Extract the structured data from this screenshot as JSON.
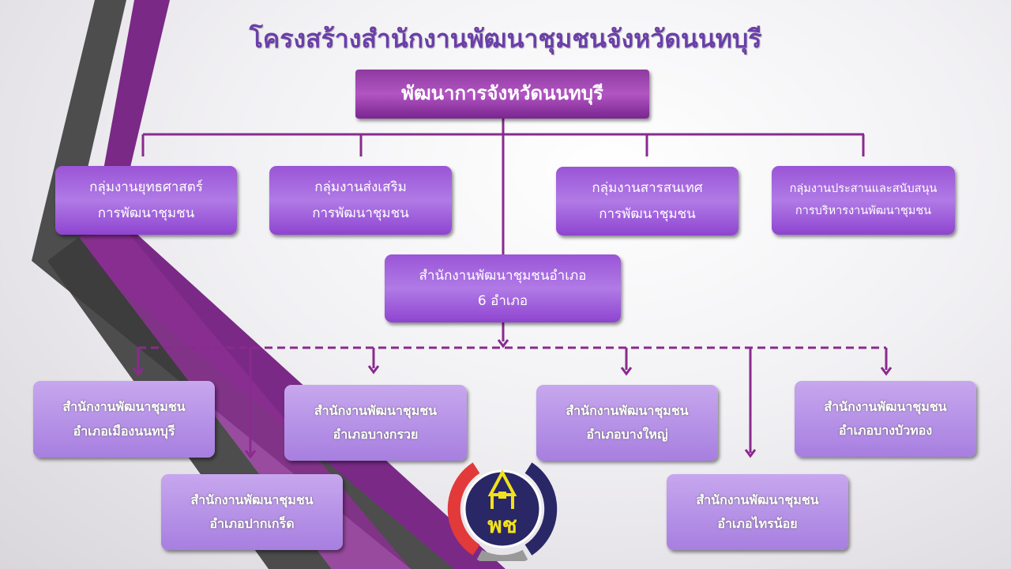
{
  "title": "โครงสร้างสำนักงานพัฒนาชุมชนจังหวัดนนทบุรี",
  "head": {
    "label": "พัฒนาการจังหวัดนนทบุรี"
  },
  "groups": [
    {
      "line1": "กลุ่มงานยุทธศาสตร์",
      "line2": "การพัฒนาชุมชน"
    },
    {
      "line1": "กลุ่มงานส่งเสริม",
      "line2": "การพัฒนาชุมชน"
    },
    {
      "line1": "กลุ่มงานสารสนเทศ",
      "line2": "การพัฒนาชุมชน"
    },
    {
      "line1": "กลุ่มงานประสานและสนับสนุน",
      "line2": "การบริหารงานพัฒนาชุมชน"
    }
  ],
  "district_office": {
    "line1": "สำนักงานพัฒนาชุมชนอำเภอ",
    "line2": "6 อำเภอ"
  },
  "districts": [
    {
      "line1": "สำนักงานพัฒนาชุมชน",
      "line2": "อำเภอเมืองนนทบุรี"
    },
    {
      "line1": "สำนักงานพัฒนาชุมชน",
      "line2": "อำเภอบางกรวย"
    },
    {
      "line1": "สำนักงานพัฒนาชุมชน",
      "line2": "อำเภอบางใหญ่"
    },
    {
      "line1": "สำนักงานพัฒนาชุมชน",
      "line2": "อำเภอบางบัวทอง"
    },
    {
      "line1": "สำนักงานพัฒนาชุมชน",
      "line2": "อำเภอปากเกร็ด"
    },
    {
      "line1": "สำนักงานพัฒนาชุมชน",
      "line2": "อำเภอไทรน้อย"
    }
  ],
  "logo": {
    "text": "พช"
  },
  "colors": {
    "line": "#8a2a8e",
    "logo_navy": "#2a2766",
    "logo_red": "#e23a3a",
    "logo_yellow": "#f2e21c"
  }
}
